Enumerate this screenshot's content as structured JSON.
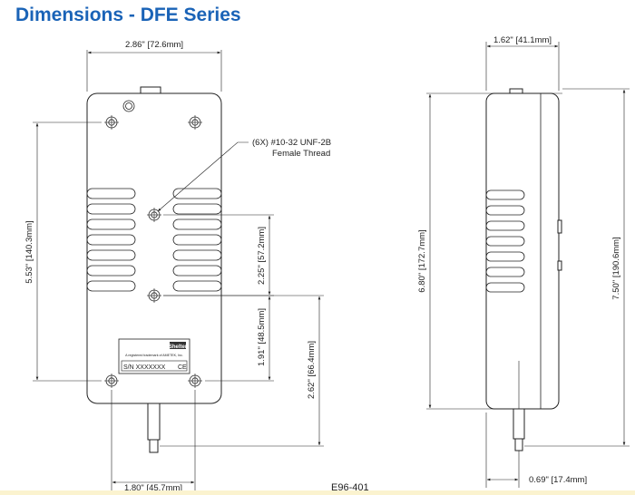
{
  "title": {
    "text": "Dimensions - DFE Series",
    "color": "#1a63b7"
  },
  "front_view": {
    "dims": {
      "width": "2.86\" [72.6mm]",
      "hole_spacing_vertical": "5.53\" [140.3mm]",
      "hole_to_hole_middle": "2.25\" [57.2mm]",
      "hole_to_bottom": "1.91\" [48.5mm]",
      "hole_to_shaft_end": "2.62\" [66.4mm]",
      "hole_spacing_horizontal": "1.80\" [45.7mm]"
    },
    "thread_callout": {
      "line1": "(6X) #10-32 UNF-2B",
      "line2": "Female Thread"
    },
    "label": {
      "brand": "Shelter",
      "trademark": "A registered trademark of AMETEK, Inc.",
      "serial": "S/N XXXXXXX",
      "mark": "CE"
    }
  },
  "side_view": {
    "dims": {
      "depth": "1.62\" [41.1mm]",
      "height_body": "6.80\" [172.7mm]",
      "height_overall": "7.50\" [190.6mm]",
      "shaft_offset": "0.69\" [17.4mm]"
    }
  },
  "drawing_number": "E96-401"
}
